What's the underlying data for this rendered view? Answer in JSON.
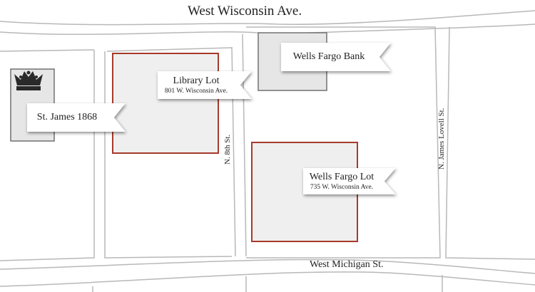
{
  "streets": {
    "top": "West Wisconsin Ave.",
    "bottom": "West Michigan St.",
    "left_vertical": "N. 8th St.",
    "right_vertical": "N. James Lovell St."
  },
  "callouts": {
    "library_lot": {
      "title": "Library Lot",
      "address": "801 W. Wisconsin Ave."
    },
    "wells_fargo_lot": {
      "title": "Wells Fargo Lot",
      "address": "735 W. Wisconsin Ave."
    },
    "wells_fargo_bank": {
      "title": "Wells Fargo Bank"
    },
    "st_james": {
      "title": "St. James 1868",
      "icon": "crown-icon"
    }
  },
  "colors": {
    "lot_outline": "#a63a2a",
    "lot_fill": "#efefef",
    "building_outline": "#707070",
    "building_fill": "#e6e6e6",
    "street_line": "#b8b8b8"
  }
}
